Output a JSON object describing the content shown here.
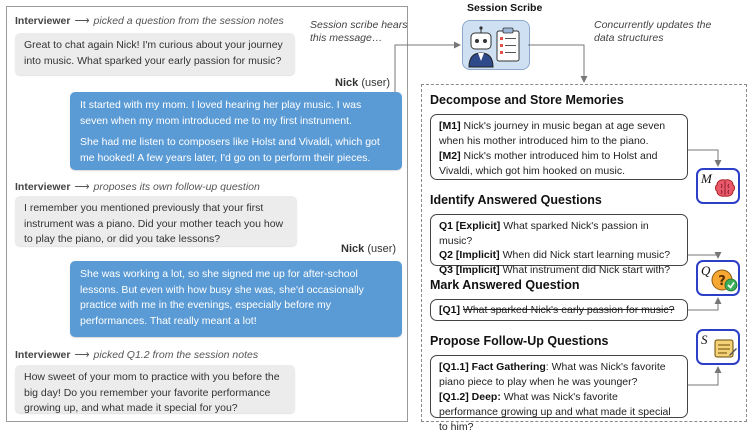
{
  "conversation": {
    "turn1": {
      "speaker": "Interviewer",
      "note": "picked a question from the session notes",
      "text": "Great to chat again Nick! I'm curious about your journey into music. What sparked your early passion for music?"
    },
    "user_label": {
      "name": "Nick",
      "role": "(user)"
    },
    "turn2": {
      "para1": "It started with my mom. I loved hearing her play music. I was seven when my mom introduced me to my first instrument.",
      "para2": "She had me listen to composers like Holst and Vivaldi, which got me hooked! A few years later, I'd go on to perform their pieces."
    },
    "turn3": {
      "speaker": "Interviewer",
      "note": "proposes its own follow-up question",
      "text": "I remember you mentioned previously that your first instrument was a piano. Did your mother teach you how to play the piano, or did you take lessons?"
    },
    "turn4": {
      "text": "She was working a lot, so she signed me up for after-school lessons. But even with how busy she was, she'd occasionally practice with me in the evenings, especially before my performances. That really meant a lot!"
    },
    "turn5": {
      "speaker": "Interviewer",
      "note": "picked Q1.2 from the session notes",
      "text": "How sweet of your mom to practice with you before the big day! Do you remember your favorite performance growing up, and what made it special for you?"
    }
  },
  "scribe": {
    "title": "Session Scribe",
    "hears_note": "Session scribe hears this message…",
    "updates_note": "Concurrently updates the data structures"
  },
  "memories": {
    "title": "Decompose and Store Memories",
    "m1_tag": "[M1]",
    "m1_text": "Nick's journey in music began at age seven when his mother introduced him to the piano.",
    "m2_tag": "[M2]",
    "m2_text": "Nick's mother introduced him to Holst and Vivaldi, which got him hooked on music.",
    "symbol": "M"
  },
  "identify": {
    "title": "Identify Answered Questions",
    "items": [
      {
        "tag": "Q1 [Explicit]",
        "text": "What sparked Nick's passion in music?"
      },
      {
        "tag": "Q2 [Implicit]",
        "text": "When did Nick start learning music?"
      },
      {
        "tag": "Q3 [Implicit]",
        "text": "What instrument did Nick start with?"
      }
    ],
    "symbol": "Q"
  },
  "mark": {
    "title": "Mark Answered Question",
    "tag": "[Q1]",
    "text": "What sparked Nick's early passion for music?"
  },
  "followup": {
    "title": "Propose Follow-Up Questions",
    "q11_tag": "[Q1.1] Fact Gathering",
    "q11_text": ": What was Nick's favorite piano piece to play when he was younger?",
    "q12_tag": "[Q1.2] Deep:",
    "q12_text": " What was Nick's favorite performance growing up and what made it special to him?",
    "symbol": "S"
  },
  "colors": {
    "user_bubble": "#5b9bd5",
    "interviewer_bubble": "#ececec",
    "icon_border": "#2b3fc7"
  }
}
